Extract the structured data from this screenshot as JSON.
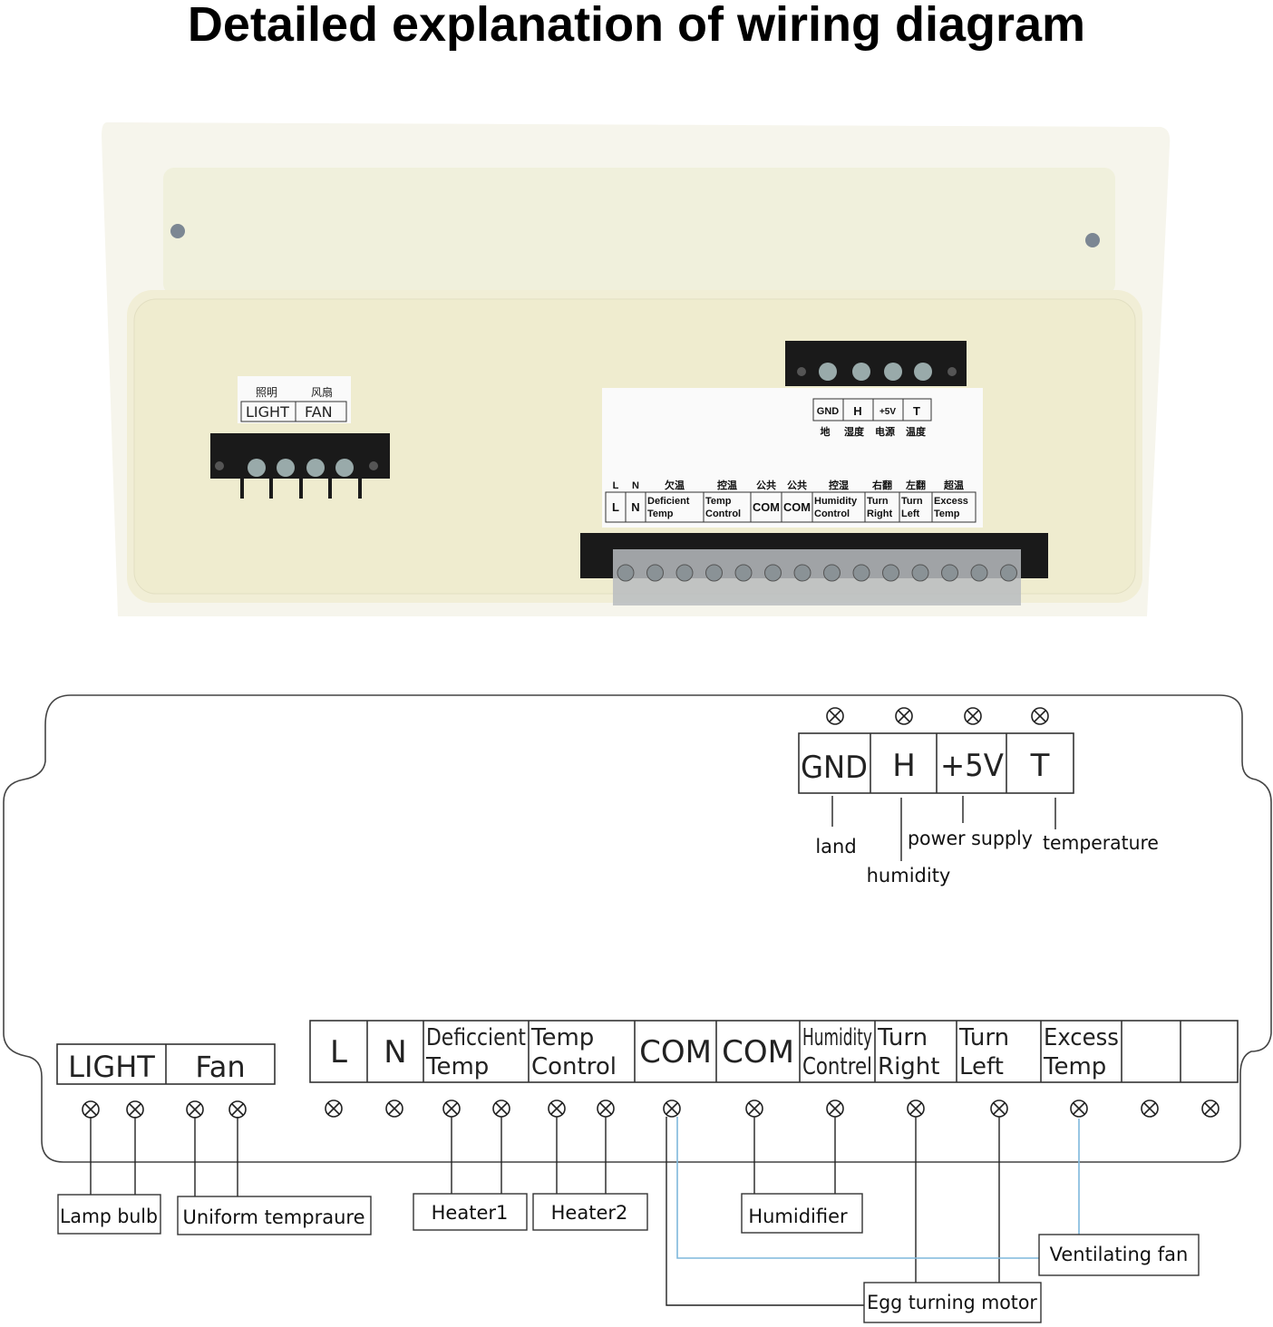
{
  "title": "Detailed explanation of wiring diagram",
  "photo": {
    "light_fan_cn": [
      "照明",
      "风扇"
    ],
    "light_fan": [
      "LIGHT",
      "FAN"
    ],
    "sensor_terminals": [
      "GND",
      "H",
      "+5V",
      "T"
    ],
    "sensor_cn": [
      "地",
      "湿度",
      "电源",
      "温度"
    ],
    "main_cn": [
      "L",
      "N",
      "欠温",
      "控温",
      "公共",
      "公共",
      "控湿",
      "右翻",
      "左翻",
      "超温"
    ],
    "main_terminals": [
      [
        "L"
      ],
      [
        "N"
      ],
      [
        "Deficient",
        "Temp"
      ],
      [
        "Temp",
        "Control"
      ],
      [
        "COM"
      ],
      [
        "COM"
      ],
      [
        "Humidity",
        "Control"
      ],
      [
        "Turn",
        "Right"
      ],
      [
        "Turn",
        "Left"
      ],
      [
        "Excess",
        "Temp"
      ]
    ]
  },
  "diagram": {
    "sensor_terminals": [
      "GND",
      "H",
      "+5V",
      "T"
    ],
    "sensor_labels": {
      "gnd": "land",
      "h": "humidity",
      "v5": "power supply",
      "t": "temperature"
    },
    "light_fan": [
      "LIGHT",
      "Fan"
    ],
    "main_terminals": [
      [
        "L"
      ],
      [
        "N"
      ],
      [
        "Deficcient",
        "Temp"
      ],
      [
        "Temp",
        "Control"
      ],
      [
        "COM"
      ],
      [
        "COM"
      ],
      [
        "Humidity",
        "Contrel"
      ],
      [
        "Turn",
        "Right"
      ],
      [
        "Turn",
        "Left"
      ],
      [
        "Excess",
        "Temp"
      ],
      [
        ""
      ],
      [
        ""
      ]
    ],
    "devices": {
      "lamp": "Lamp bulb",
      "uniform": "Uniform tempraure",
      "heater1": "Heater1",
      "heater2": "Heater2",
      "humidifier": "Humidifier",
      "vent_fan": "Ventilating fan",
      "egg_motor": "Egg turning motor"
    },
    "colors": {
      "wire": "#222222",
      "blue_wire": "#7fb8dc",
      "panel": "#f3f0e0"
    }
  }
}
